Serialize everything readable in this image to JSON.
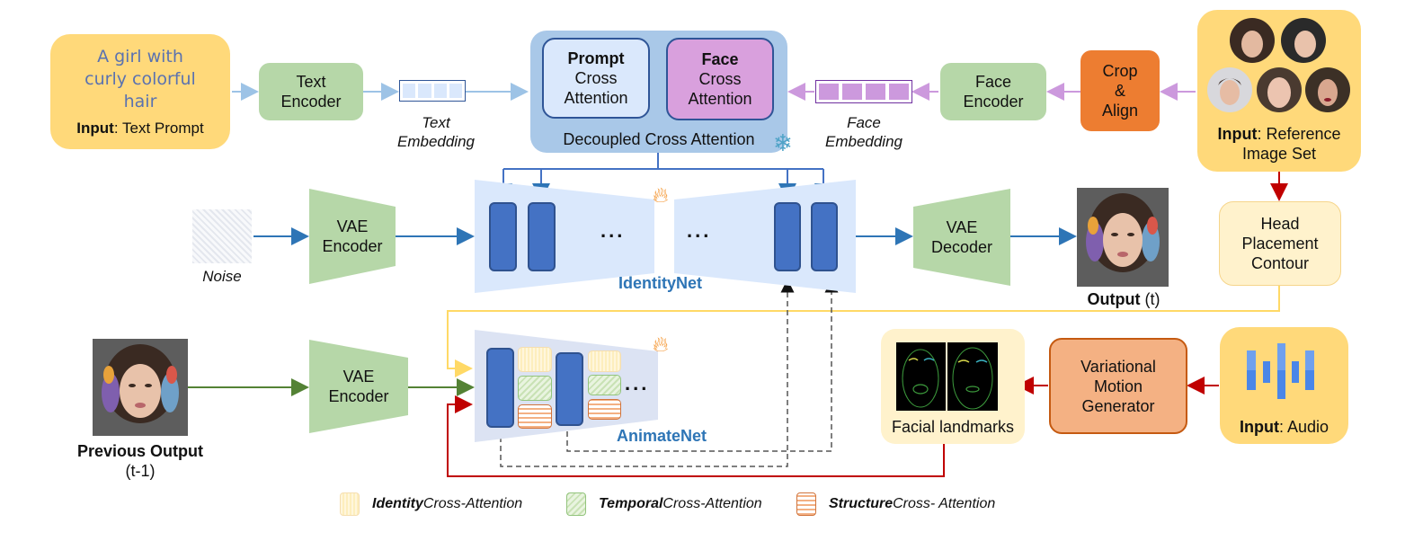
{
  "text_prompt": {
    "prompt_lines": [
      "A girl with",
      "curly colorful",
      "hair"
    ],
    "label_bold": "Input",
    "label_rest": ": Text Prompt"
  },
  "text_encoder": {
    "line1": "Text",
    "line2": "Encoder"
  },
  "text_embedding": {
    "line1": "Text",
    "line2": "Embedding"
  },
  "decoupled": {
    "title": "Decoupled Cross Attention",
    "prompt_bold": "Prompt",
    "prompt_line2": "Cross",
    "prompt_line3": "Attention",
    "face_bold": "Face",
    "face_line2": "Cross",
    "face_line3": "Attention",
    "status_icon": "snowflake-icon"
  },
  "face_embedding": {
    "line1": "Face",
    "line2": "Embedding"
  },
  "face_encoder": {
    "line1": "Face",
    "line2": "Encoder"
  },
  "crop_align": {
    "line1": "Crop",
    "line2": "&",
    "line3": "Align"
  },
  "reference": {
    "label_bold": "Input",
    "label_rest": ": Reference",
    "label_line2": "Image Set",
    "image_count": 5
  },
  "noise": {
    "label": "Noise"
  },
  "vae_encoder_top": {
    "line1": "VAE",
    "line2": "Encoder"
  },
  "identitynet": {
    "label": "IdentityNet",
    "ellipsis": "...",
    "status_icon": "flame-icon"
  },
  "vae_decoder": {
    "line1": "VAE",
    "line2": "Decoder"
  },
  "output": {
    "label_bold": "Output",
    "label_rest": " (t)"
  },
  "head_placement": {
    "line1": "Head",
    "line2": "Placement",
    "line3": "Contour"
  },
  "previous_output": {
    "label_bold": "Previous Output",
    "label_line2": "(t-1)"
  },
  "vae_encoder_bottom": {
    "line1": "VAE",
    "line2": "Encoder"
  },
  "animatenet": {
    "label": "AnimateNet",
    "ellipsis": "...",
    "status_icon": "flame-icon"
  },
  "facial_landmarks": {
    "label": "Facial landmarks"
  },
  "motion_generator": {
    "line1": "Variational",
    "line2": "Motion",
    "line3": "Generator"
  },
  "audio": {
    "label_bold": "Input",
    "label_rest": ": Audio"
  },
  "legend": [
    {
      "bold": "Identity",
      "rest": " Cross-Attention",
      "pattern": "vertical-stripes"
    },
    {
      "bold": "Temporal",
      "rest": " Cross-Attention",
      "pattern": "diagonal-hatch"
    },
    {
      "bold": "Structure",
      "rest": " Cross- Attention",
      "pattern": "horizontal-stripes"
    }
  ],
  "colors": {
    "input_yellow": "#ffd97a",
    "encoder_green": "#b6d7a8",
    "crop_orange": "#ed7d31",
    "motion_orange": "#f4b183",
    "block_blue": "#4472c4",
    "text_arrow": "#9dc3e6",
    "face_arrow": "#cc99dd",
    "red_arrow": "#c00000",
    "green_arrow": "#548235",
    "contour_line": "#ffd966"
  }
}
